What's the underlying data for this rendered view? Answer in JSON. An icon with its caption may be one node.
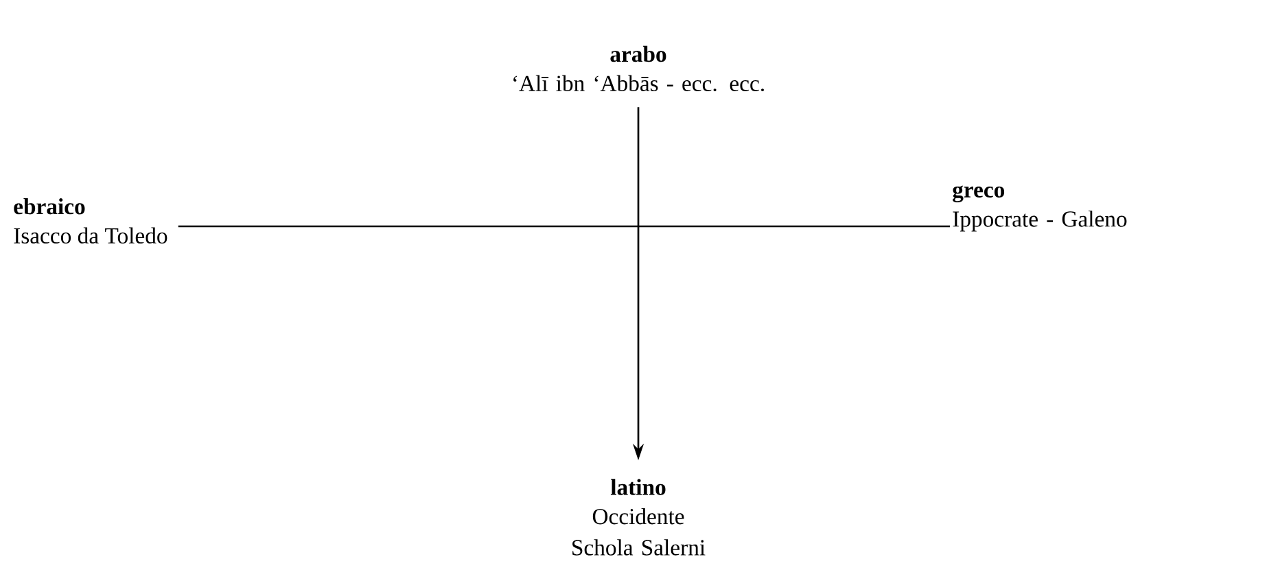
{
  "diagram": {
    "nodes": [
      {
        "text": [
          "arabo",
          "‘Alī ibn ‘Abbās - ecc. ecc."
        ]
      },
      {
        "text": [
          "ebraico",
          "Isacco da Toledo"
        ]
      },
      {
        "text": [
          "greco",
          "Ippocrate - Galeno"
        ]
      },
      {
        "text": [
          "latino",
          "Occidente Schola Salerni"
        ]
      }
    ],
    "edges": [
      {
        "from": 0,
        "to": 3,
        "arrow": "to"
      },
      {
        "from": 1,
        "to": 2,
        "arrow": "none"
      }
    ]
  }
}
